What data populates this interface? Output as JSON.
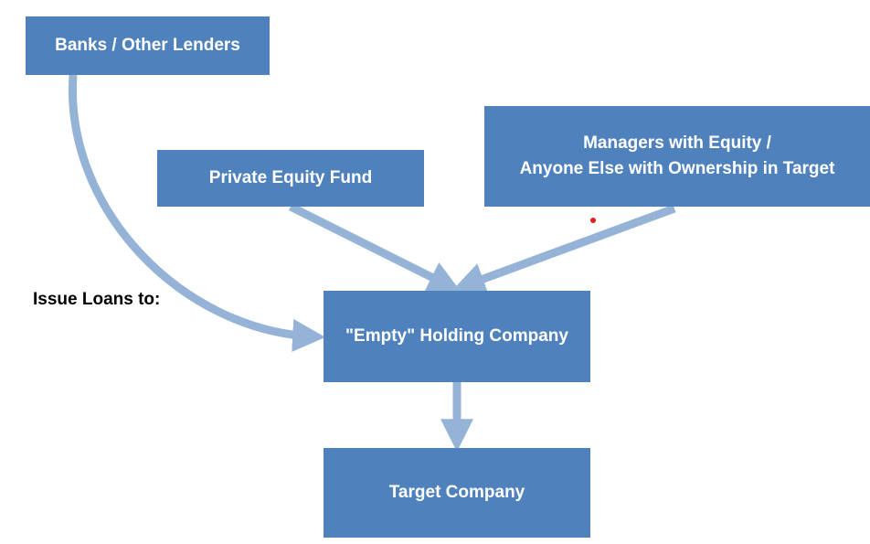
{
  "nodes": {
    "banks": "Banks / Other Lenders",
    "private_equity": "Private Equity Fund",
    "managers_line1": "Managers with Equity /",
    "managers_line2": "Anyone Else with Ownership in Target",
    "holding": "\"Empty\" Holding Company",
    "target": "Target Company"
  },
  "labels": {
    "issue_loans": "Issue Loans to:"
  },
  "colors": {
    "box_fill": "#4f81bd",
    "arrow": "#95b3d7",
    "text_on_box": "#ffffff"
  }
}
